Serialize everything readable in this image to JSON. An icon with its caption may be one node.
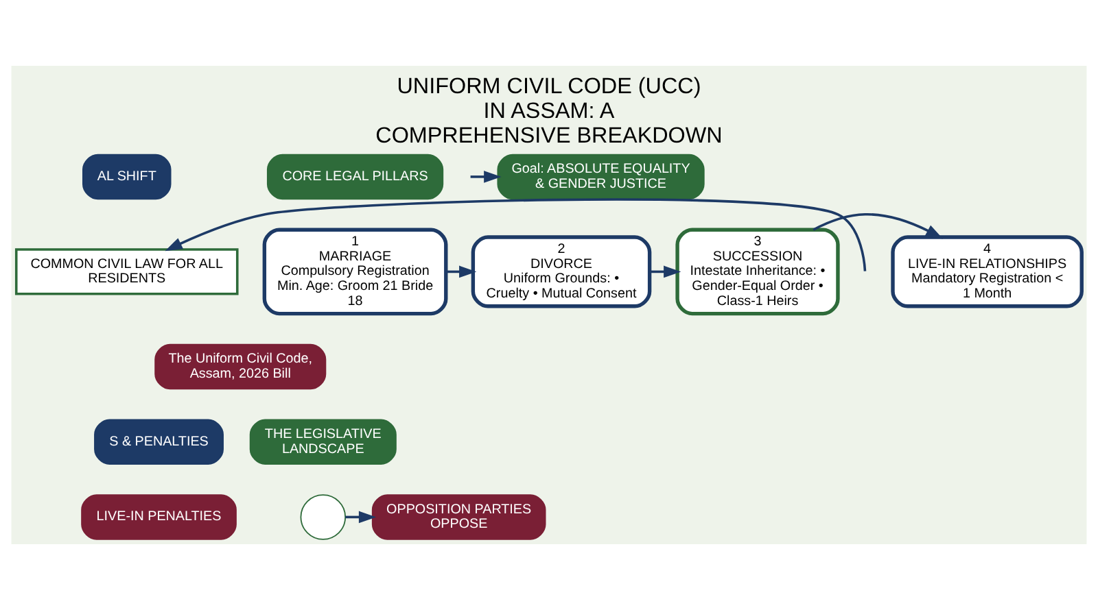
{
  "diagram": {
    "title": "UNIFORM CIVIL CODE (UCC) IN ASSAM: A COMPREHENSIVE BREAKDOWN",
    "nodes": [
      {
        "text": [
          "AL SHIFT"
        ]
      },
      {
        "text": [
          "COMMON CIVIL LAW FOR ALL RESIDENTS"
        ]
      },
      {
        "text": [
          "CORE LEGAL PILLARS"
        ]
      },
      {
        "text": [
          "1",
          "MARRIAGE",
          "Compulsory Registration Min. Age: Groom 21 Bride 18"
        ]
      },
      {
        "text": [
          "2",
          "DIVORCE",
          "Uniform Grounds: • Cruelty • Mutual Consent"
        ]
      },
      {
        "text": [
          "3",
          "SUCCESSION",
          "Intestate Inheritance: • Gender-Equal Order • Class-1 Heirs"
        ]
      },
      {
        "text": [
          "4",
          "LIVE-IN RELATIONSHIPS",
          "Mandatory Registration < 1 Month"
        ]
      },
      {
        "text": [
          "The Uniform Civil Code, Assam, 2026 Bill"
        ]
      },
      {
        "text": [
          "S & PENALTIES"
        ]
      },
      {
        "text": [
          "THE LEGISLATIVE LANDSCAPE"
        ]
      },
      {
        "text": [
          "LIVE-IN PENALTIES"
        ]
      },
      {
        "text": [],
        "shape": "person"
      },
      {
        "text": [
          "Goal: ABSOLUTE EQUALITY & GENDER JUSTICE"
        ]
      },
      {
        "text": [
          "OPPOSITION PARTIES OPPOSE"
        ]
      }
    ],
    "edges": [
      {
        "from": null,
        "to": 1,
        "arrow": "to"
      },
      {
        "from": 3,
        "to": 4,
        "arrow": "to"
      },
      {
        "from": 4,
        "to": 5,
        "arrow": "to"
      },
      {
        "from": 5,
        "to": 6,
        "arrow": "to"
      },
      {
        "from": null,
        "to": 12,
        "arrow": "to"
      },
      {
        "from": 11,
        "to": 13,
        "arrow": "to"
      }
    ]
  }
}
